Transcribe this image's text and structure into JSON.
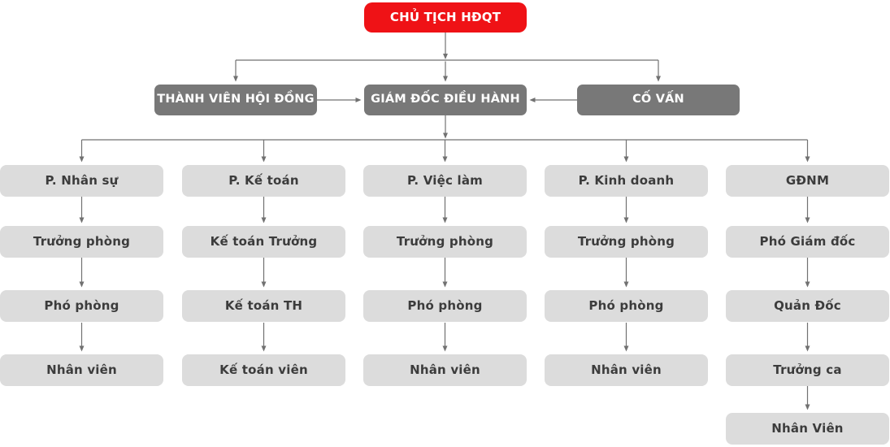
{
  "org": {
    "root": {
      "label": "CHỦ TỊCH HĐQT"
    },
    "level2": [
      {
        "label": "THÀNH VIÊN HỘI ĐỒNG"
      },
      {
        "label": "GIÁM ĐỐC ĐIỀU HÀNH"
      },
      {
        "label": "CỐ VẤN"
      }
    ],
    "columns": [
      {
        "head": "P. Nhân sự",
        "items": [
          "Trưởng phòng",
          "Phó phòng",
          "Nhân viên"
        ]
      },
      {
        "head": "P. Kế toán",
        "items": [
          "Kế toán Trưởng",
          "Kế toán TH",
          "Kế toán viên"
        ]
      },
      {
        "head": "P. Việc làm",
        "items": [
          "Trưởng phòng",
          "Phó phòng",
          "Nhân viên"
        ]
      },
      {
        "head": "P. Kinh doanh",
        "items": [
          "Trưởng phòng",
          "Phó phòng",
          "Nhân viên"
        ]
      },
      {
        "head": "GĐNM",
        "items": [
          "Phó Giám đốc",
          "Quản Đốc",
          "Trưởng ca",
          "Nhân Viên"
        ]
      }
    ],
    "colors": {
      "root_bg": "#ef1216",
      "level2_bg": "#787878",
      "node_bg": "#dcdcdc",
      "node_text": "#3c3c3c",
      "connector": "#717171"
    }
  }
}
